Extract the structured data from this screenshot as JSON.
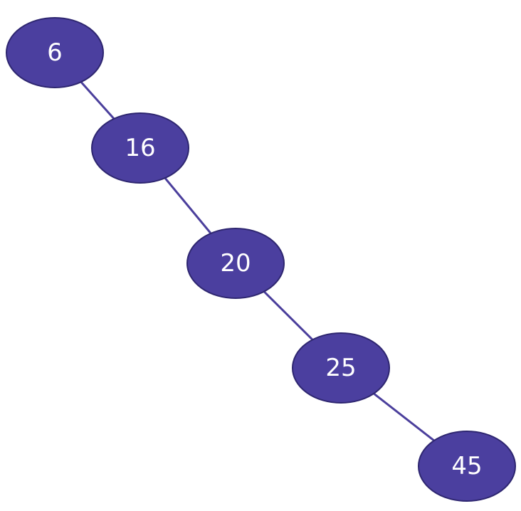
{
  "tree": {
    "nodes": [
      {
        "id": "n6",
        "label": "6"
      },
      {
        "id": "n16",
        "label": "16"
      },
      {
        "id": "n20",
        "label": "20"
      },
      {
        "id": "n25",
        "label": "25"
      },
      {
        "id": "n45",
        "label": "45"
      }
    ],
    "edges": [
      {
        "from": "n6",
        "to": "n16"
      },
      {
        "from": "n16",
        "to": "n20"
      },
      {
        "from": "n20",
        "to": "n25"
      },
      {
        "from": "n25",
        "to": "n45"
      }
    ],
    "colors": {
      "node_fill": "#4b3f9f",
      "node_stroke": "#2e2670",
      "edge": "#4b3f9c",
      "label": "#ffffff"
    }
  }
}
